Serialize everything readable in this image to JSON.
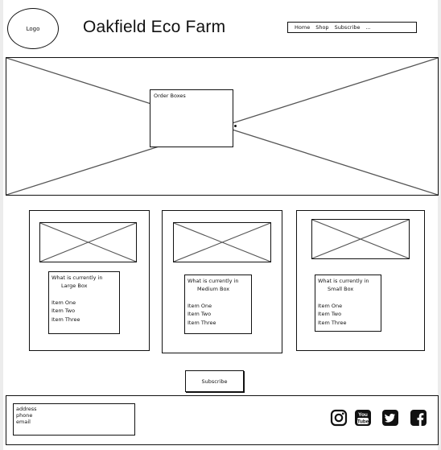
{
  "header": {
    "logo_label": "Logo",
    "title": "Oakfield Eco Farm",
    "nav": [
      "Home",
      "Shop",
      "Subscribe",
      "..."
    ]
  },
  "hero": {
    "order_box_label": "Order Boxes"
  },
  "boxes": [
    {
      "heading": "What is currently in",
      "size": "Large Box",
      "items": [
        "Item One",
        "Item Two",
        "Item Three"
      ]
    },
    {
      "heading": "What is currently in",
      "size": "Medium Box",
      "items": [
        "Item One",
        "Item Two",
        "Item Three"
      ]
    },
    {
      "heading": "What is currently in",
      "size": "Small Box",
      "items": [
        "Item One",
        "Item Two",
        "Item Three"
      ]
    }
  ],
  "subscribe_label": "Subscribe",
  "footer": {
    "contact": [
      "address",
      "phone",
      "email"
    ],
    "social_icons": [
      "instagram-icon",
      "youtube-icon",
      "twitter-icon",
      "facebook-icon"
    ]
  },
  "colors": {
    "stroke": "#111111",
    "placeholder_lines": "#555555",
    "gutter": "#ececec"
  }
}
